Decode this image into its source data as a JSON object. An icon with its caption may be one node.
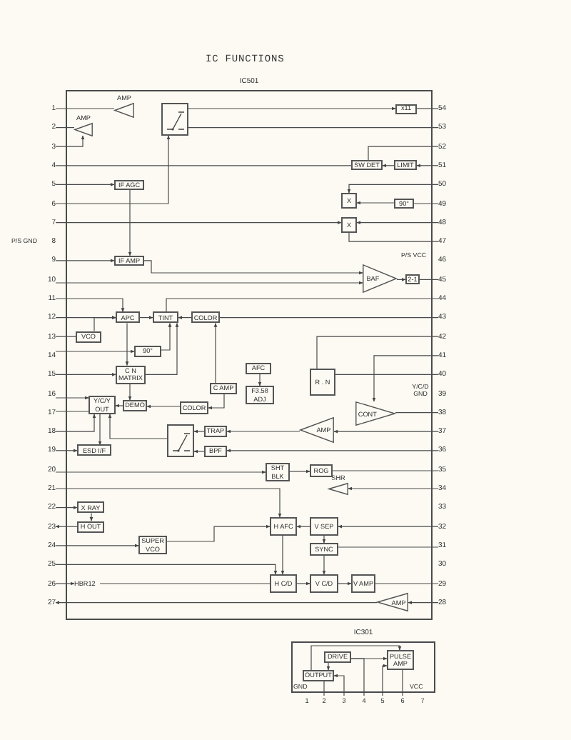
{
  "diagram": {
    "title": "IC FUNCTIONS",
    "nodes": [
      {
        "text": [
          "IC501"
        ]
      },
      {
        "text": [
          "AMP"
        ],
        "in": 0
      },
      {
        "text": [
          "AMP"
        ],
        "in": 0
      },
      {
        "text": [],
        "shape": "box",
        "in": 0
      },
      {
        "text": [
          "x11"
        ],
        "in": 0
      },
      {
        "text": [
          "SW DET"
        ],
        "in": 0
      },
      {
        "text": [
          "LIMIT"
        ],
        "in": 0
      },
      {
        "text": [
          "IF AGC"
        ],
        "in": 0
      },
      {
        "text": [
          "X"
        ],
        "in": 0
      },
      {
        "text": [
          "90°"
        ],
        "in": 0
      },
      {
        "text": [
          "X"
        ],
        "in": 0
      },
      {
        "text": [
          "IF AMP"
        ],
        "in": 0
      },
      {
        "text": [
          "BAF"
        ],
        "in": 0
      },
      {
        "text": [
          "2-1"
        ],
        "in": 0
      },
      {
        "text": [
          "APC"
        ],
        "in": 0
      },
      {
        "text": [
          "TINT"
        ],
        "in": 0
      },
      {
        "text": [
          "COLOR"
        ],
        "in": 0
      },
      {
        "text": [
          "VCO"
        ],
        "in": 0
      },
      {
        "text": [
          "90°"
        ],
        "in": 0
      },
      {
        "text": [
          "C N MATRIX"
        ],
        "in": 0
      },
      {
        "text": [
          "AFC"
        ],
        "in": 0
      },
      {
        "text": [
          "C AMP"
        ],
        "in": 0
      },
      {
        "text": [
          "F3.58 ADJ"
        ],
        "in": 0
      },
      {
        "text": [
          "R . N"
        ],
        "in": 0
      },
      {
        "text": [
          "Y/C/Y OUT"
        ],
        "in": 0
      },
      {
        "text": [
          "DEMO"
        ],
        "in": 0
      },
      {
        "text": [
          "COLOR"
        ],
        "in": 0
      },
      {
        "text": [
          "CONT"
        ],
        "in": 0
      },
      {
        "text": [
          "AMP"
        ],
        "in": 0
      },
      {
        "text": [],
        "shape": "box",
        "in": 0
      },
      {
        "text": [
          "TRAP"
        ],
        "in": 0
      },
      {
        "text": [
          "BPF"
        ],
        "in": 0
      },
      {
        "text": [
          "ESD I/F"
        ],
        "in": 0
      },
      {
        "text": [
          "SHT BLK"
        ],
        "in": 0
      },
      {
        "text": [
          "ROG"
        ],
        "in": 0
      },
      {
        "text": [
          "SHR"
        ],
        "in": 0
      },
      {
        "text": [
          "X RAY"
        ],
        "in": 0
      },
      {
        "text": [
          "H OUT"
        ],
        "in": 0
      },
      {
        "text": [
          "SUPER VCO"
        ],
        "in": 0
      },
      {
        "text": [
          "H AFC"
        ],
        "in": 0
      },
      {
        "text": [
          "V SEP"
        ],
        "in": 0
      },
      {
        "text": [
          "SYNC"
        ],
        "in": 0
      },
      {
        "text": [
          "H C/D"
        ],
        "in": 0
      },
      {
        "text": [
          "V C/D"
        ],
        "in": 0
      },
      {
        "text": [
          "V AMP"
        ],
        "in": 0
      },
      {
        "text": [
          "AMP"
        ],
        "in": 0
      },
      {
        "text": [
          "HBR12"
        ],
        "in": 0
      },
      {
        "text": [
          "1"
        ]
      },
      {
        "text": [
          "2"
        ]
      },
      {
        "text": [
          "3"
        ]
      },
      {
        "text": [
          "4"
        ]
      },
      {
        "text": [
          "5"
        ]
      },
      {
        "text": [
          "6"
        ]
      },
      {
        "text": [
          "7"
        ]
      },
      {
        "text": [
          "8"
        ],
        "beside": [
          "P/S GND"
        ]
      },
      {
        "text": [
          "9"
        ]
      },
      {
        "text": [
          "10"
        ]
      },
      {
        "text": [
          "11"
        ]
      },
      {
        "text": [
          "12"
        ]
      },
      {
        "text": [
          "13"
        ]
      },
      {
        "text": [
          "14"
        ]
      },
      {
        "text": [
          "15"
        ]
      },
      {
        "text": [
          "16"
        ]
      },
      {
        "text": [
          "17"
        ]
      },
      {
        "text": [
          "18"
        ]
      },
      {
        "text": [
          "19"
        ]
      },
      {
        "text": [
          "20"
        ]
      },
      {
        "text": [
          "21"
        ]
      },
      {
        "text": [
          "22"
        ]
      },
      {
        "text": [
          "23"
        ]
      },
      {
        "text": [
          "24"
        ]
      },
      {
        "text": [
          "25"
        ]
      },
      {
        "text": [
          "26"
        ]
      },
      {
        "text": [
          "27"
        ]
      },
      {
        "text": [
          "54"
        ]
      },
      {
        "text": [
          "53"
        ]
      },
      {
        "text": [
          "52"
        ]
      },
      {
        "text": [
          "51"
        ]
      },
      {
        "text": [
          "50"
        ]
      },
      {
        "text": [
          "49"
        ]
      },
      {
        "text": [
          "48"
        ]
      },
      {
        "text": [
          "47"
        ]
      },
      {
        "text": [
          "46"
        ],
        "beside": [
          "P/S VCC"
        ]
      },
      {
        "text": [
          "45"
        ]
      },
      {
        "text": [
          "44"
        ]
      },
      {
        "text": [
          "43"
        ]
      },
      {
        "text": [
          "42"
        ]
      },
      {
        "text": [
          "41"
        ]
      },
      {
        "text": [
          "40"
        ]
      },
      {
        "text": [
          "39"
        ],
        "beside": [
          "Y/C/D GND"
        ]
      },
      {
        "text": [
          "38"
        ]
      },
      {
        "text": [
          "37"
        ]
      },
      {
        "text": [
          "36"
        ]
      },
      {
        "text": [
          "35"
        ]
      },
      {
        "text": [
          "34"
        ]
      },
      {
        "text": [
          "33"
        ]
      },
      {
        "text": [
          "32"
        ]
      },
      {
        "text": [
          "31"
        ]
      },
      {
        "text": [
          "30"
        ]
      },
      {
        "text": [
          "29"
        ]
      },
      {
        "text": [
          "28"
        ]
      },
      {
        "text": [
          "IC301"
        ]
      },
      {
        "text": [
          "DRIVE"
        ],
        "in": 101
      },
      {
        "text": [
          "OUTPUT"
        ],
        "in": 101
      },
      {
        "text": [
          "PULSE AMP"
        ],
        "in": 101
      },
      {
        "text": [
          "1"
        ]
      },
      {
        "text": [
          "2"
        ]
      },
      {
        "text": [
          "3"
        ]
      },
      {
        "text": [
          "4"
        ]
      },
      {
        "text": [
          "5"
        ]
      },
      {
        "text": [
          "6"
        ]
      },
      {
        "text": [
          "7"
        ],
        "beside": [
          "VCC"
        ]
      }
    ],
    "edges": [
      {
        "from": 1,
        "to": 47,
        "arrow": "none"
      },
      {
        "from": 2,
        "to": 48,
        "arrow": "none"
      },
      {
        "from": 49,
        "to": 2,
        "arrow": "to"
      },
      {
        "from": 3,
        "to": 4,
        "arrow": "to"
      },
      {
        "from": 4,
        "to": 74,
        "arrow": "none"
      },
      {
        "from": 3,
        "to": 75,
        "arrow": "none"
      },
      {
        "from": 52,
        "to": 3,
        "arrow": "to"
      },
      {
        "from": 76,
        "to": 5,
        "arrow": "none"
      },
      {
        "from": 77,
        "to": 6,
        "arrow": "to"
      },
      {
        "from": 6,
        "to": 5,
        "arrow": "to"
      },
      {
        "from": 50,
        "to": 5,
        "arrow": "none"
      },
      {
        "from": 51,
        "to": 7,
        "arrow": "to"
      },
      {
        "from": 7,
        "to": 11,
        "arrow": "to"
      },
      {
        "from": 78,
        "to": 8,
        "arrow": "to"
      },
      {
        "from": 9,
        "to": 8,
        "arrow": "to"
      },
      {
        "from": 9,
        "to": 79,
        "arrow": "none"
      },
      {
        "from": 80,
        "to": 10,
        "arrow": "to"
      },
      {
        "from": 53,
        "to": 10,
        "arrow": "to"
      },
      {
        "from": 10,
        "to": 81,
        "arrow": "none"
      },
      {
        "from": 55,
        "to": 11,
        "arrow": "to"
      },
      {
        "from": 11,
        "to": 12,
        "arrow": "to"
      },
      {
        "from": 56,
        "to": 12,
        "arrow": "to"
      },
      {
        "from": 12,
        "to": 13,
        "arrow": "to"
      },
      {
        "from": 13,
        "to": 83,
        "arrow": "none"
      },
      {
        "from": 57,
        "to": 14,
        "arrow": "to"
      },
      {
        "from": 58,
        "to": 14,
        "arrow": "to"
      },
      {
        "from": 14,
        "to": 15,
        "arrow": "to"
      },
      {
        "from": 16,
        "to": 15,
        "arrow": "to"
      },
      {
        "from": 15,
        "to": 84,
        "arrow": "none"
      },
      {
        "from": 16,
        "to": 85,
        "arrow": "none"
      },
      {
        "from": 17,
        "to": 14,
        "arrow": "to"
      },
      {
        "from": 59,
        "to": 17,
        "arrow": "none"
      },
      {
        "from": 18,
        "to": 15,
        "arrow": "to"
      },
      {
        "from": 19,
        "to": 15,
        "arrow": "to"
      },
      {
        "from": 60,
        "to": 18,
        "arrow": "to"
      },
      {
        "from": 14,
        "to": 19,
        "arrow": "to"
      },
      {
        "from": 61,
        "to": 19,
        "arrow": "to"
      },
      {
        "from": 19,
        "to": 25,
        "arrow": "to"
      },
      {
        "from": 62,
        "to": 24,
        "arrow": "to"
      },
      {
        "from": 63,
        "to": 24,
        "arrow": "none"
      },
      {
        "from": 25,
        "to": 24,
        "arrow": "to"
      },
      {
        "from": 24,
        "to": 32,
        "arrow": "to"
      },
      {
        "from": 26,
        "to": 25,
        "arrow": "to"
      },
      {
        "from": 21,
        "to": 26,
        "arrow": "to"
      },
      {
        "from": 20,
        "to": 22,
        "arrow": "to"
      },
      {
        "from": 21,
        "to": 16,
        "arrow": "to"
      },
      {
        "from": 23,
        "to": 86,
        "arrow": "none"
      },
      {
        "from": 23,
        "to": 88,
        "arrow": "none"
      },
      {
        "from": 27,
        "to": 90,
        "arrow": "none"
      },
      {
        "from": 87,
        "to": 27,
        "arrow": "to"
      },
      {
        "from": 91,
        "to": 28,
        "arrow": "to"
      },
      {
        "from": 28,
        "to": 30,
        "arrow": "to"
      },
      {
        "from": 30,
        "to": 29,
        "arrow": "to"
      },
      {
        "from": 31,
        "to": 29,
        "arrow": "to"
      },
      {
        "from": 29,
        "to": 24,
        "arrow": "to"
      },
      {
        "from": 64,
        "to": 24,
        "arrow": "to"
      },
      {
        "from": 65,
        "to": 32,
        "arrow": "to"
      },
      {
        "from": 66,
        "to": 33,
        "arrow": "to"
      },
      {
        "from": 33,
        "to": 34,
        "arrow": "to"
      },
      {
        "from": 34,
        "to": 93,
        "arrow": "none"
      },
      {
        "from": 94,
        "to": 35,
        "arrow": "to"
      },
      {
        "from": 67,
        "to": 39,
        "arrow": "to"
      },
      {
        "from": 68,
        "to": 36,
        "arrow": "to"
      },
      {
        "from": 36,
        "to": 37,
        "arrow": "to"
      },
      {
        "from": 37,
        "to": 69,
        "arrow": "to"
      },
      {
        "from": 70,
        "to": 38,
        "arrow": "to"
      },
      {
        "from": 38,
        "to": 39,
        "arrow": "to"
      },
      {
        "from": 40,
        "to": 39,
        "arrow": "to"
      },
      {
        "from": 96,
        "to": 40,
        "arrow": "to"
      },
      {
        "from": 40,
        "to": 41,
        "arrow": "to"
      },
      {
        "from": 41,
        "to": 43,
        "arrow": "to"
      },
      {
        "from": 39,
        "to": 42,
        "arrow": "to"
      },
      {
        "from": 42,
        "to": 43,
        "arrow": "to"
      },
      {
        "from": 43,
        "to": 44,
        "arrow": "to"
      },
      {
        "from": 44,
        "to": 99,
        "arrow": "none"
      },
      {
        "from": 72,
        "to": 46,
        "arrow": "to"
      },
      {
        "from": 46,
        "to": 42,
        "arrow": "none"
      },
      {
        "from": 71,
        "to": 42,
        "arrow": "to"
      },
      {
        "from": 100,
        "to": 45,
        "arrow": "to"
      },
      {
        "from": 45,
        "to": 73,
        "arrow": "to"
      },
      {
        "from": 41,
        "to": 97,
        "arrow": "none"
      },
      {
        "from": 92,
        "to": 31,
        "arrow": "to"
      },
      {
        "from": 102,
        "to": 104,
        "arrow": "to"
      },
      {
        "from": 103,
        "to": 104,
        "arrow": "to"
      },
      {
        "from": 102,
        "to": 103,
        "arrow": "to"
      },
      {
        "from": 103,
        "to": 106,
        "arrow": "none"
      },
      {
        "from": 107,
        "to": 103,
        "arrow": "to"
      },
      {
        "from": 102,
        "to": 108,
        "arrow": "none"
      },
      {
        "from": 109,
        "to": 104,
        "arrow": "to"
      },
      {
        "from": 104,
        "to": 110,
        "arrow": "none"
      }
    ],
    "labels": [
      "GND"
    ]
  }
}
